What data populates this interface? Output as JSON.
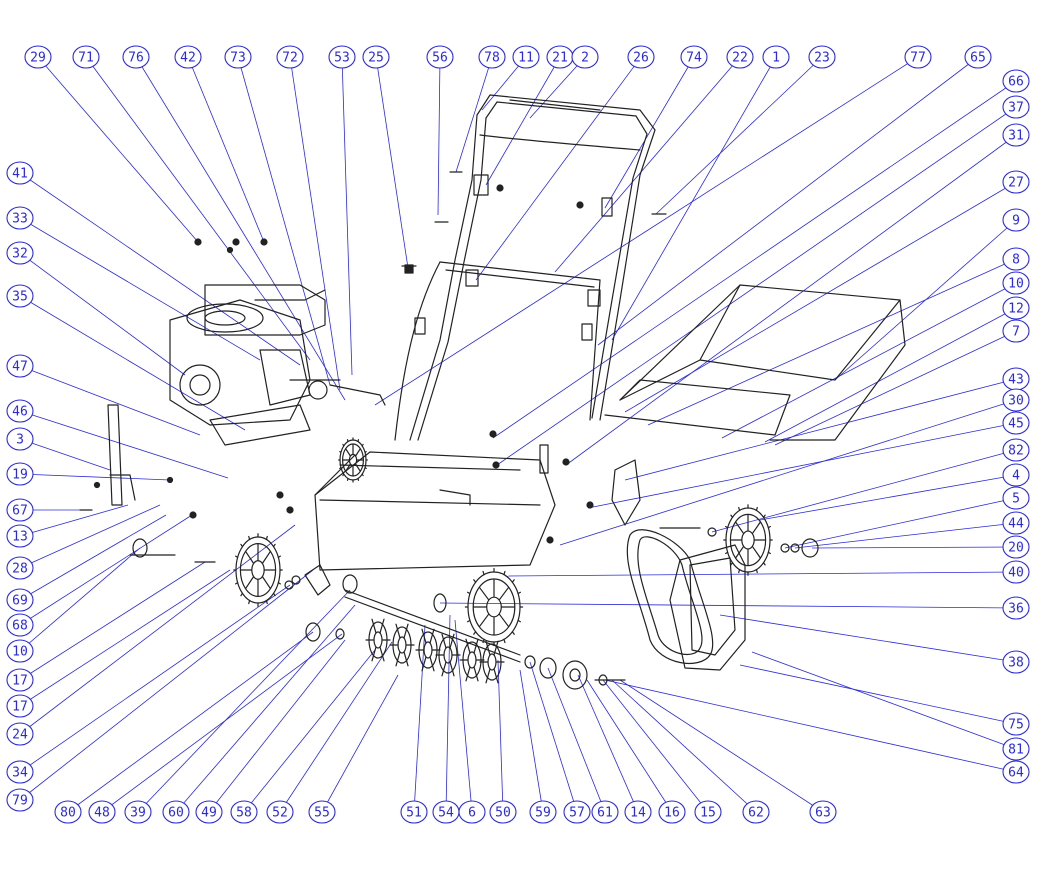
{
  "diagram": {
    "colors": {
      "callout": "#2b2bd6",
      "parts": "#222222",
      "background": "#ffffff"
    },
    "callouts": [
      {
        "id": "c29",
        "label": "29"
      },
      {
        "id": "c71",
        "label": "71"
      },
      {
        "id": "c76",
        "label": "76"
      },
      {
        "id": "c42",
        "label": "42"
      },
      {
        "id": "c73",
        "label": "73"
      },
      {
        "id": "c72",
        "label": "72"
      },
      {
        "id": "c53",
        "label": "53"
      },
      {
        "id": "c25",
        "label": "25"
      },
      {
        "id": "c56",
        "label": "56"
      },
      {
        "id": "c78",
        "label": "78"
      },
      {
        "id": "c11",
        "label": "11"
      },
      {
        "id": "c21",
        "label": "21"
      },
      {
        "id": "c2",
        "label": "2"
      },
      {
        "id": "c26",
        "label": "26"
      },
      {
        "id": "c74",
        "label": "74"
      },
      {
        "id": "c22",
        "label": "22"
      },
      {
        "id": "c1",
        "label": "1"
      },
      {
        "id": "c23",
        "label": "23"
      },
      {
        "id": "c77",
        "label": "77"
      },
      {
        "id": "c65",
        "label": "65"
      },
      {
        "id": "c66",
        "label": "66"
      },
      {
        "id": "c37",
        "label": "37"
      },
      {
        "id": "c31",
        "label": "31"
      },
      {
        "id": "c27",
        "label": "27"
      },
      {
        "id": "c9",
        "label": "9"
      },
      {
        "id": "c8",
        "label": "8"
      },
      {
        "id": "c10r",
        "label": "10"
      },
      {
        "id": "c12",
        "label": "12"
      },
      {
        "id": "c7",
        "label": "7"
      },
      {
        "id": "c43",
        "label": "43"
      },
      {
        "id": "c30",
        "label": "30"
      },
      {
        "id": "c45",
        "label": "45"
      },
      {
        "id": "c82",
        "label": "82"
      },
      {
        "id": "c4",
        "label": "4"
      },
      {
        "id": "c5",
        "label": "5"
      },
      {
        "id": "c44",
        "label": "44"
      },
      {
        "id": "c20",
        "label": "20"
      },
      {
        "id": "c40",
        "label": "40"
      },
      {
        "id": "c36",
        "label": "36"
      },
      {
        "id": "c38",
        "label": "38"
      },
      {
        "id": "c75",
        "label": "75"
      },
      {
        "id": "c81",
        "label": "81"
      },
      {
        "id": "c64",
        "label": "64"
      },
      {
        "id": "c41",
        "label": "41"
      },
      {
        "id": "c33",
        "label": "33"
      },
      {
        "id": "c32",
        "label": "32"
      },
      {
        "id": "c35",
        "label": "35"
      },
      {
        "id": "c47",
        "label": "47"
      },
      {
        "id": "c46",
        "label": "46"
      },
      {
        "id": "c3",
        "label": "3"
      },
      {
        "id": "c19",
        "label": "19"
      },
      {
        "id": "c67",
        "label": "67"
      },
      {
        "id": "c13",
        "label": "13"
      },
      {
        "id": "c28",
        "label": "28"
      },
      {
        "id": "c69",
        "label": "69"
      },
      {
        "id": "c68",
        "label": "68"
      },
      {
        "id": "c10l",
        "label": "10"
      },
      {
        "id": "c17a",
        "label": "17"
      },
      {
        "id": "c17b",
        "label": "17"
      },
      {
        "id": "c24",
        "label": "24"
      },
      {
        "id": "c34",
        "label": "34"
      },
      {
        "id": "c79",
        "label": "79"
      },
      {
        "id": "c80",
        "label": "80"
      },
      {
        "id": "c48",
        "label": "48"
      },
      {
        "id": "c39",
        "label": "39"
      },
      {
        "id": "c60",
        "label": "60"
      },
      {
        "id": "c49",
        "label": "49"
      },
      {
        "id": "c58",
        "label": "58"
      },
      {
        "id": "c52",
        "label": "52"
      },
      {
        "id": "c55",
        "label": "55"
      },
      {
        "id": "c51",
        "label": "51"
      },
      {
        "id": "c54",
        "label": "54"
      },
      {
        "id": "c6",
        "label": "6"
      },
      {
        "id": "c50",
        "label": "50"
      },
      {
        "id": "c59",
        "label": "59"
      },
      {
        "id": "c57",
        "label": "57"
      },
      {
        "id": "c61",
        "label": "61"
      },
      {
        "id": "c14",
        "label": "14"
      },
      {
        "id": "c16",
        "label": "16"
      },
      {
        "id": "c15",
        "label": "15"
      },
      {
        "id": "c62",
        "label": "62"
      },
      {
        "id": "c63",
        "label": "63"
      }
    ]
  }
}
